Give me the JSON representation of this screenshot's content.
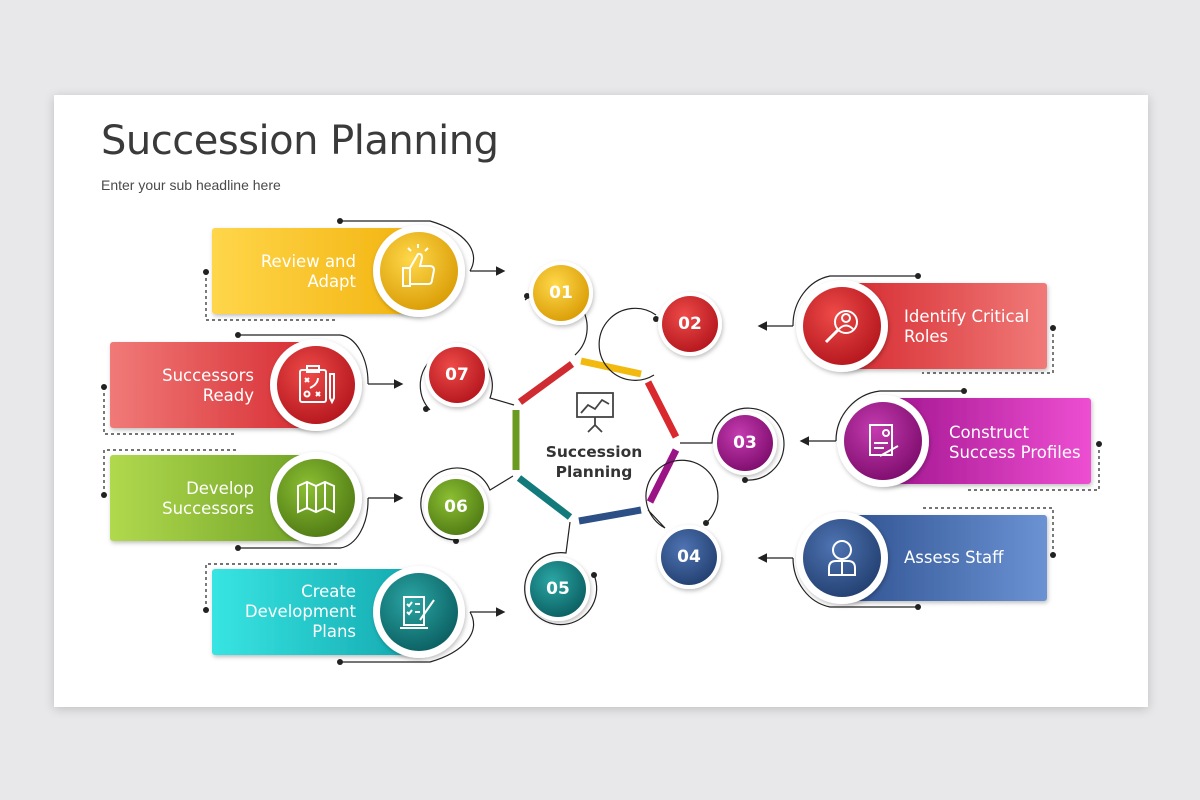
{
  "header": {
    "title": "Succession Planning",
    "subtitle": "Enter your sub headline here"
  },
  "center": {
    "line1": "Succession",
    "line2": "Planning",
    "icon": "presentation-chart-icon"
  },
  "steps": [
    {
      "number": "01",
      "line1": "Review and",
      "line2": "Adapt",
      "line3": "",
      "icon": "thumbs-up-icon",
      "color": "#f2b90f"
    },
    {
      "number": "02",
      "line1": "Identify Critical",
      "line2": "Roles",
      "line3": "",
      "icon": "search-user-icon",
      "color": "#d9282e"
    },
    {
      "number": "03",
      "line1": "Construct",
      "line2": "Success Profiles",
      "line3": "",
      "icon": "profile-document-icon",
      "color": "#9b1486"
    },
    {
      "number": "04",
      "line1": "Assess Staff",
      "line2": "",
      "line3": "",
      "icon": "person-icon",
      "color": "#2c4f86"
    },
    {
      "number": "05",
      "line1": "Create",
      "line2": "Development",
      "line3": "Plans",
      "icon": "checklist-icon",
      "color": "#137a7c"
    },
    {
      "number": "06",
      "line1": "Develop",
      "line2": "Successors",
      "line3": "",
      "icon": "map-icon",
      "color": "#6a9a1f"
    },
    {
      "number": "07",
      "line1": "Successors",
      "line2": "Ready",
      "line3": "",
      "icon": "strategy-board-icon",
      "color": "#cf2b30"
    }
  ]
}
